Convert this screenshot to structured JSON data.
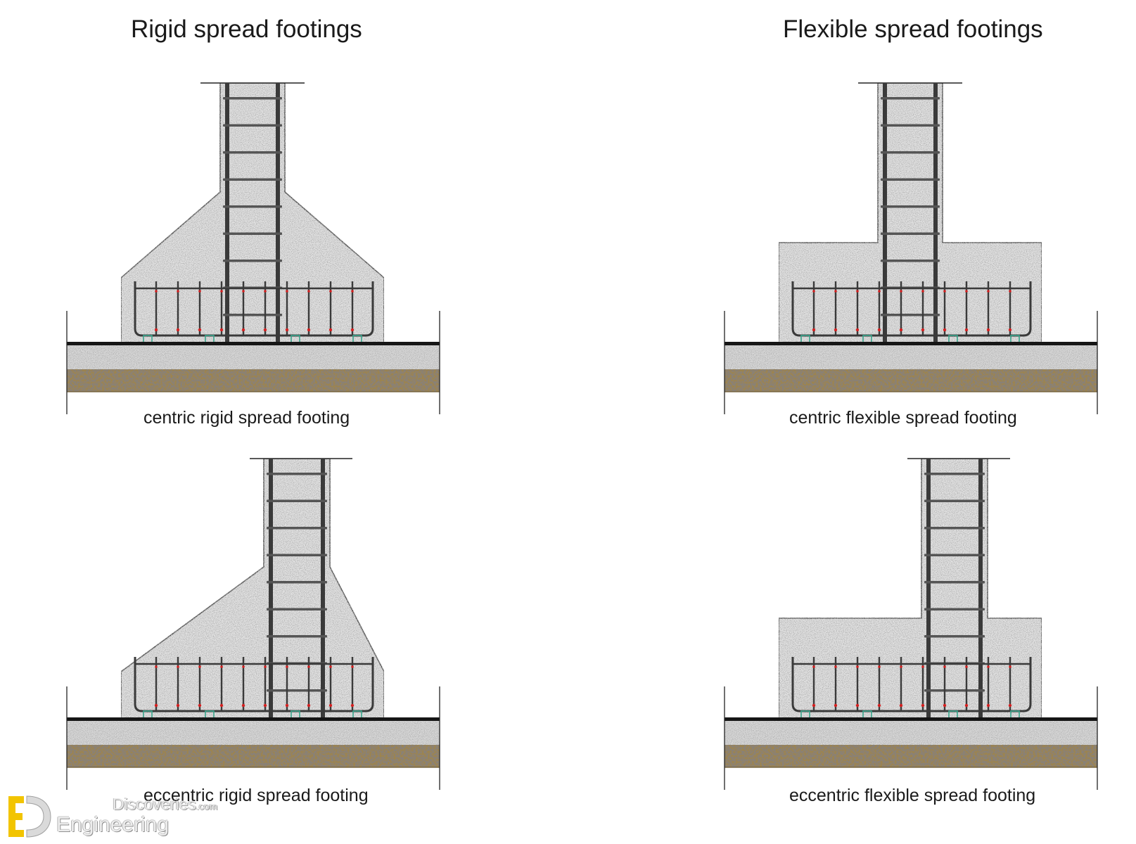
{
  "headings": {
    "rigid": "Rigid spread footings",
    "flexible": "Flexible spread footings"
  },
  "panels": [
    {
      "id": "centric-rigid",
      "caption": "centric rigid spread footing"
    },
    {
      "id": "centric-flexible",
      "caption": "centric flexible spread footing"
    },
    {
      "id": "eccentric-rigid",
      "caption": "eccentric rigid spread footing"
    },
    {
      "id": "eccentric-flexible",
      "caption": "eccentric flexible spread footing"
    }
  ],
  "watermark": {
    "top": "Discoveries",
    "suffix": ".com",
    "bottom": "Engineering"
  },
  "colors": {
    "concrete": "#e2e2e2",
    "concrete_outline": "#4a4a4a",
    "rebar": "#3a3a3a",
    "rebar_dots": "#d42020",
    "spacers": "#3aa58c",
    "lean_concrete": "#d8d8d8",
    "gravel": "#9c8450",
    "logo_accent": "#f2c400"
  }
}
